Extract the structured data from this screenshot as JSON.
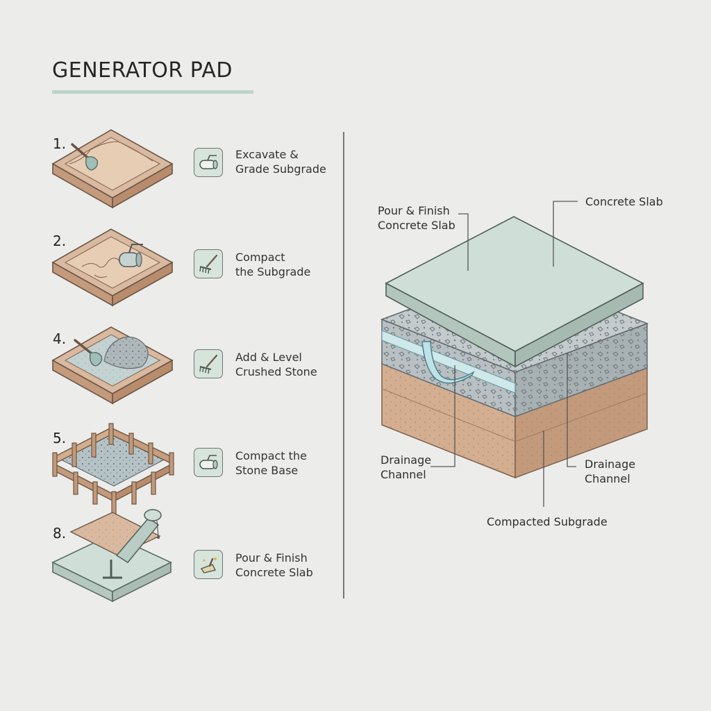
{
  "title": "GENERATOR PAD",
  "steps": [
    {
      "number": "1.",
      "line1": "Excavate &",
      "line2": "Grade Subgrade",
      "icon": "roller-icon"
    },
    {
      "number": "2.",
      "line1": "Compact",
      "line2": "the Subgrade",
      "icon": "rake-icon"
    },
    {
      "number": "4.",
      "line1": "Add & Level",
      "line2": "Crushed Stone",
      "icon": "rake-icon"
    },
    {
      "number": "5.",
      "line1": "Compact the",
      "line2": "Stone Base",
      "icon": "roller-icon"
    },
    {
      "number": "8.",
      "line1": "Pour & Finish",
      "line2": "Concrete Slab",
      "icon": "trowel-icon"
    }
  ],
  "diagram": {
    "callouts": {
      "pour_finish": {
        "line1": "Pour & Finish",
        "line2": "Concrete Slab"
      },
      "concrete_slab": "Concrete Slab",
      "drainage_left": {
        "line1": "Drainage",
        "line2": "Channel"
      },
      "drainage_right": {
        "line1": "Drainage",
        "line2": "Channel"
      },
      "compacted_subgrade": "Compacted Subgrade"
    }
  },
  "colors": {
    "soil": "#d9b99f",
    "soil_dark": "#c49a7c",
    "gravel": "#b9c0c2",
    "concrete": "#cfdfd8",
    "accent": "#bcd4cb"
  }
}
